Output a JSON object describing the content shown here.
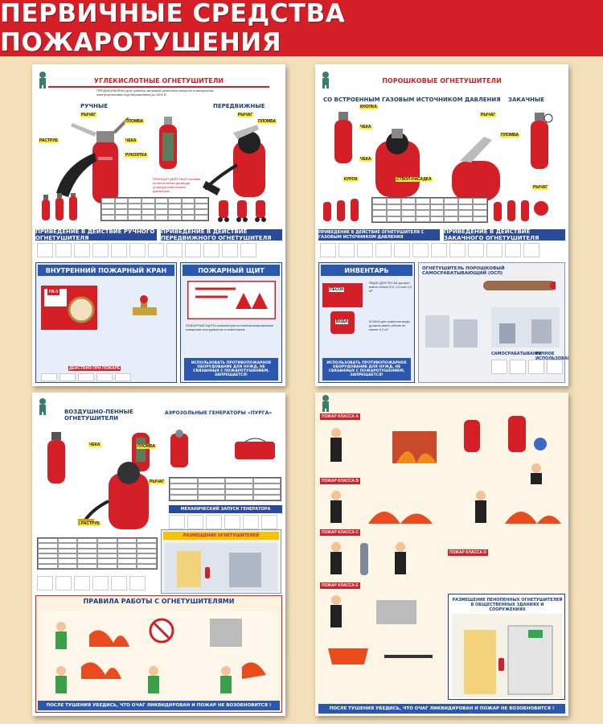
{
  "header": {
    "title": "ПЕРВИЧНЫЕ СРЕДСТВА ПОЖАРОТУШЕНИЯ"
  },
  "colors": {
    "brand_red": "#d41f26",
    "blue": "#2a4a9a",
    "background": "#f3dfb8"
  },
  "poster1": {
    "title": "УГЛЕКИСЛОТНЫЕ ОГНЕТУШИТЕЛИ",
    "manual": "РУЧНЫЕ",
    "mobile": "ПЕРЕДВИЖНЫЕ",
    "labels": [
      "РЫЧАГ",
      "ПЛОМБА",
      "ЧЕКА",
      "РАСТРУБ",
      "РУКОЯТКА",
      "РЫЧАГ",
      "ПЛОМБА"
    ],
    "bar1": "ПРИВЕДЕНИЕ В ДЕЙСТВИЕ РУЧНОГО ОГНЕТУШИТЕЛЯ",
    "bar2": "ПРИВЕДЕНИЕ В ДЕЙСТВИЕ ПЕРЕДВИЖНОГО ОГНЕТУШИТЕЛЯ",
    "hydrant_title": "ВНУТРЕННИЙ ПОЖАРНЫЙ КРАН",
    "shield_title": "ПОЖАРНЫЙ ЩИТ",
    "cabinet_label": "ПК-3",
    "use_note": "ИСПОЛЬЗОВАТЬ ПРОТИВОПОЖАРНОЕ ОБОРУДОВАНИЕ ДЛЯ НУЖД, НЕ СВЯЗАННЫХ С ПОЖАРОТУШЕНИЕМ, ЗАПРЕЩАЕТСЯ!",
    "action_label": "ДЕЙСТВИЯ ПРИ ПОЖАРЕ"
  },
  "poster2": {
    "title": "ПОРОШКОВЫЕ ОГНЕТУШИТЕЛИ",
    "subtitle": "СО ВСТРОЕННЫМ ГАЗОВЫМ ИСТОЧНИКОМ ДАВЛЕНИЯ",
    "pumped": "ЗАКАЧНЫЕ",
    "labels": [
      "КНОПКА",
      "ЧЕКА",
      "РЫЧАГ",
      "ПЛОМБА",
      "ЧЕКА",
      "КУРОК",
      "СТВОЛ-НАСАДКА",
      "РЫЧАГ"
    ],
    "bar1": "ПРИВЕДЕНИЕ В ДЕЙСТВИЕ ОГНЕТУШИТЕЛЯ С ГАЗОВЫМ ИСТОЧНИКОМ ДАВЛЕНИЯ",
    "bar2": "ПРИВЕДЕНИЕ В ДЕЙСТВИЕ ЗАКАЧНОГО ОГНЕТУШИТЕЛЯ",
    "inventory_title": "ИНВЕНТАРЬ",
    "sand_label": "ПЕСОК",
    "water_label": "ВОДА",
    "osp_title": "ОГНЕТУШИТЕЛЬ ПОРОШКОВЫЙ САМОСРАБАТЫВАЮЩИЙ (ОСП)",
    "use_note": "ИСПОЛЬЗОВАТЬ ПРОТИВОПОЖАРНОЕ ОБОРУДОВАНИЕ ДЛЯ НУЖД, НЕ СВЯЗАННЫХ С ПОЖАРОТУШЕНИЕМ, ЗАПРЕЩАЕТСЯ!",
    "self_trigger": "САМОСРАБАТЫВАНИЕ",
    "manual_use": "РУЧНОЕ ИСПОЛЬЗОВАНИЕ"
  },
  "poster3": {
    "title": "ВОЗДУШНО-ПЕННЫЕ ОГНЕТУШИТЕЛИ",
    "aero_title": "АЭРОЗОЛЬНЫЕ ГЕНЕРАТОРЫ «ПУРГА»",
    "labels": [
      "ЧЕКА",
      "ПЛОМБА",
      "РЫЧАГ",
      "РАСТРУБ"
    ],
    "launch_label": "МЕХАНИЧЕСКИЙ ЗАПУСК ГЕНЕРАТОРА",
    "placement_label": "РАЗМЕЩЕНИЕ ОГНЕТУШИТЕЛЕЙ",
    "rules_title": "ПРАВИЛА РАБОТЫ С ОГНЕТУШИТЕЛЯМИ",
    "footer": "ПОСЛЕ ТУШЕНИЯ УБЕДИСЬ, ЧТО ОЧАГ ЛИКВИДИРОВАН И ПОЖАР НЕ ВОЗОБНОВИТСЯ !"
  },
  "poster4": {
    "fire_classes": [
      "ПОЖАР КЛАССА А",
      "ПОЖАР КЛАССА В",
      "ПОЖАР КЛАССА С",
      "ПОЖАР КЛАССА Е",
      "ПОЖАР КЛАССА D"
    ],
    "placement_title": "РАЗМЕЩЕНИЕ ПЕНОПЕННЫХ ОГНЕТУШИТЕЛЕЙ В ОБЩЕСТВЕННЫХ ЗДАНИЯХ И СООРУЖЕНИЯХ",
    "footer": "ПОСЛЕ ТУШЕНИЯ УБЕДИСЬ, ЧТО ОЧАГ ЛИКВИДИРОВАН И ПОЖАР НЕ ВОЗОБНОВИТСЯ !"
  }
}
